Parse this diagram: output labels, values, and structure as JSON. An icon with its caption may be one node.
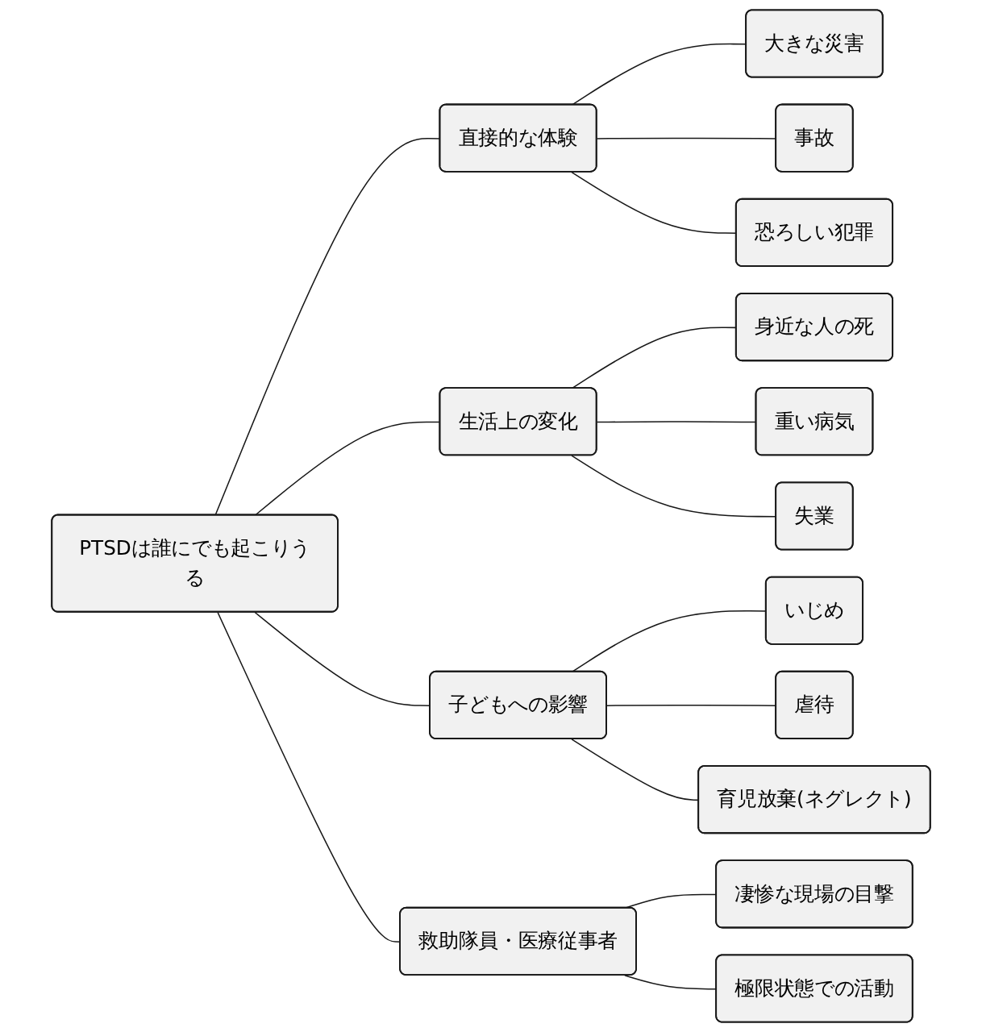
{
  "diagram": {
    "nodes": [
      {
        "text": [
          "PTSDは誰にでも起こりうる"
        ]
      },
      {
        "text": [
          "直接的な体験"
        ]
      },
      {
        "text": [
          "大きな災害"
        ]
      },
      {
        "text": [
          "事故"
        ]
      },
      {
        "text": [
          "恐ろしい犯罪"
        ]
      },
      {
        "text": [
          "生活上の変化"
        ]
      },
      {
        "text": [
          "身近な人の死"
        ]
      },
      {
        "text": [
          "重い病気"
        ]
      },
      {
        "text": [
          "失業"
        ]
      },
      {
        "text": [
          "子どもへの影響"
        ]
      },
      {
        "text": [
          "いじめ"
        ]
      },
      {
        "text": [
          "虐待"
        ]
      },
      {
        "text": [
          "育児放棄(ネグレクト)"
        ]
      },
      {
        "text": [
          "救助隊員・医療従事者"
        ]
      },
      {
        "text": [
          "凄惨な現場の目撃"
        ]
      },
      {
        "text": [
          "極限状態での活動"
        ]
      }
    ],
    "edges": [
      {
        "from": 0,
        "to": 1,
        "arrow": "none"
      },
      {
        "from": 1,
        "to": 2,
        "arrow": "none"
      },
      {
        "from": 1,
        "to": 3,
        "arrow": "none"
      },
      {
        "from": 1,
        "to": 4,
        "arrow": "none"
      },
      {
        "from": 0,
        "to": 5,
        "arrow": "none"
      },
      {
        "from": 5,
        "to": 6,
        "arrow": "none"
      },
      {
        "from": 5,
        "to": 7,
        "arrow": "none"
      },
      {
        "from": 5,
        "to": 8,
        "arrow": "none"
      },
      {
        "from": 0,
        "to": 9,
        "arrow": "none"
      },
      {
        "from": 9,
        "to": 10,
        "arrow": "none"
      },
      {
        "from": 9,
        "to": 11,
        "arrow": "none"
      },
      {
        "from": 9,
        "to": 12,
        "arrow": "none"
      },
      {
        "from": 0,
        "to": 13,
        "arrow": "none"
      },
      {
        "from": 13,
        "to": 14,
        "arrow": "none"
      },
      {
        "from": 13,
        "to": 15,
        "arrow": "none"
      }
    ]
  }
}
